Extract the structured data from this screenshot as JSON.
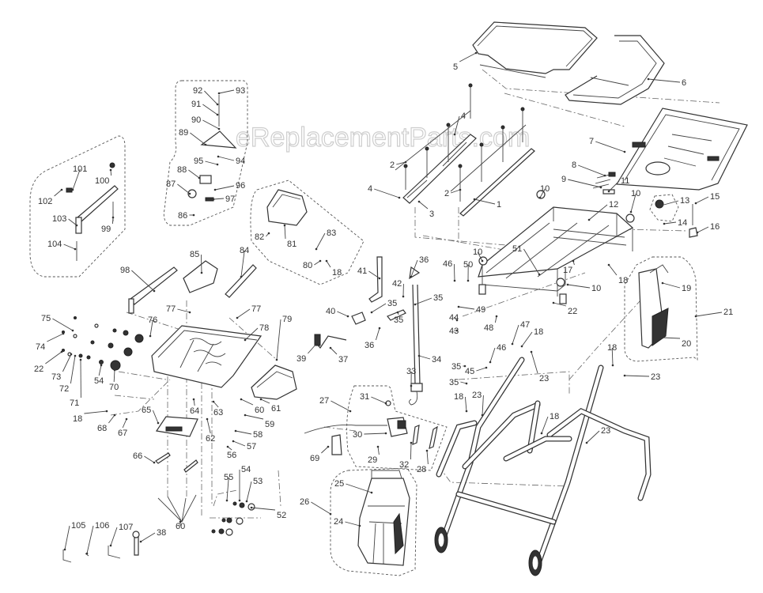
{
  "watermark": "eReplacementParts.com",
  "diagram": {
    "type": "exploded parts diagram",
    "callouts": [
      {
        "id": "c1",
        "label": "1"
      },
      {
        "id": "c2a",
        "label": "2"
      },
      {
        "id": "c2b",
        "label": "2"
      },
      {
        "id": "c3",
        "label": "3"
      },
      {
        "id": "c4a",
        "label": "4"
      },
      {
        "id": "c4b",
        "label": "4"
      },
      {
        "id": "c5",
        "label": "5"
      },
      {
        "id": "c6",
        "label": "6"
      },
      {
        "id": "c7",
        "label": "7"
      },
      {
        "id": "c8",
        "label": "8"
      },
      {
        "id": "c9",
        "label": "9"
      },
      {
        "id": "c10a",
        "label": "10"
      },
      {
        "id": "c10b",
        "label": "10"
      },
      {
        "id": "c10c",
        "label": "10"
      },
      {
        "id": "c10d",
        "label": "10"
      },
      {
        "id": "c11",
        "label": "11"
      },
      {
        "id": "c12",
        "label": "12"
      },
      {
        "id": "c13",
        "label": "13"
      },
      {
        "id": "c14",
        "label": "14"
      },
      {
        "id": "c15",
        "label": "15"
      },
      {
        "id": "c16",
        "label": "16"
      },
      {
        "id": "c17",
        "label": "17"
      },
      {
        "id": "c18a",
        "label": "18"
      },
      {
        "id": "c18b",
        "label": "18"
      },
      {
        "id": "c18c",
        "label": "18"
      },
      {
        "id": "c18d",
        "label": "18"
      },
      {
        "id": "c18e",
        "label": "18"
      },
      {
        "id": "c18f",
        "label": "18"
      },
      {
        "id": "c18g",
        "label": "18"
      },
      {
        "id": "c19",
        "label": "19"
      },
      {
        "id": "c20",
        "label": "20"
      },
      {
        "id": "c21",
        "label": "21"
      },
      {
        "id": "c22a",
        "label": "22"
      },
      {
        "id": "c22b",
        "label": "22"
      },
      {
        "id": "c23a",
        "label": "23"
      },
      {
        "id": "c23b",
        "label": "23"
      },
      {
        "id": "c23c",
        "label": "23"
      },
      {
        "id": "c23d",
        "label": "23"
      },
      {
        "id": "c24",
        "label": "24"
      },
      {
        "id": "c25",
        "label": "25"
      },
      {
        "id": "c26",
        "label": "26"
      },
      {
        "id": "c27",
        "label": "27"
      },
      {
        "id": "c28",
        "label": "28"
      },
      {
        "id": "c29",
        "label": "29"
      },
      {
        "id": "c30",
        "label": "30"
      },
      {
        "id": "c31",
        "label": "31"
      },
      {
        "id": "c32",
        "label": "32"
      },
      {
        "id": "c33",
        "label": "33"
      },
      {
        "id": "c34",
        "label": "34"
      },
      {
        "id": "c35a",
        "label": "35"
      },
      {
        "id": "c35b",
        "label": "35"
      },
      {
        "id": "c35c",
        "label": "35"
      },
      {
        "id": "c35d",
        "label": "35"
      },
      {
        "id": "c35e",
        "label": "35"
      },
      {
        "id": "c36a",
        "label": "36"
      },
      {
        "id": "c36b",
        "label": "36"
      },
      {
        "id": "c37",
        "label": "37"
      },
      {
        "id": "c38",
        "label": "38"
      },
      {
        "id": "c39",
        "label": "39"
      },
      {
        "id": "c40",
        "label": "40"
      },
      {
        "id": "c41",
        "label": "41"
      },
      {
        "id": "c42",
        "label": "42"
      },
      {
        "id": "c43",
        "label": "43"
      },
      {
        "id": "c44",
        "label": "44"
      },
      {
        "id": "c45",
        "label": "45"
      },
      {
        "id": "c46a",
        "label": "46"
      },
      {
        "id": "c46b",
        "label": "46"
      },
      {
        "id": "c47",
        "label": "47"
      },
      {
        "id": "c48",
        "label": "48"
      },
      {
        "id": "c49",
        "label": "49"
      },
      {
        "id": "c50",
        "label": "50"
      },
      {
        "id": "c51",
        "label": "51"
      },
      {
        "id": "c52",
        "label": "52"
      },
      {
        "id": "c53",
        "label": "53"
      },
      {
        "id": "c54a",
        "label": "54"
      },
      {
        "id": "c54b",
        "label": "54"
      },
      {
        "id": "c55",
        "label": "55"
      },
      {
        "id": "c56",
        "label": "56"
      },
      {
        "id": "c57",
        "label": "57"
      },
      {
        "id": "c58",
        "label": "58"
      },
      {
        "id": "c59",
        "label": "59"
      },
      {
        "id": "c60a",
        "label": "60"
      },
      {
        "id": "c60b",
        "label": "60"
      },
      {
        "id": "c61",
        "label": "61"
      },
      {
        "id": "c62",
        "label": "62"
      },
      {
        "id": "c63",
        "label": "63"
      },
      {
        "id": "c64",
        "label": "64"
      },
      {
        "id": "c65",
        "label": "65"
      },
      {
        "id": "c66",
        "label": "66"
      },
      {
        "id": "c67",
        "label": "67"
      },
      {
        "id": "c68",
        "label": "68"
      },
      {
        "id": "c69",
        "label": "69"
      },
      {
        "id": "c70",
        "label": "70"
      },
      {
        "id": "c71",
        "label": "71"
      },
      {
        "id": "c72",
        "label": "72"
      },
      {
        "id": "c73",
        "label": "73"
      },
      {
        "id": "c74",
        "label": "74"
      },
      {
        "id": "c75",
        "label": "75"
      },
      {
        "id": "c76",
        "label": "76"
      },
      {
        "id": "c77a",
        "label": "77"
      },
      {
        "id": "c77b",
        "label": "77"
      },
      {
        "id": "c78",
        "label": "78"
      },
      {
        "id": "c79",
        "label": "79"
      },
      {
        "id": "c80",
        "label": "80"
      },
      {
        "id": "c81",
        "label": "81"
      },
      {
        "id": "c82",
        "label": "82"
      },
      {
        "id": "c83",
        "label": "83"
      },
      {
        "id": "c84",
        "label": "84"
      },
      {
        "id": "c85",
        "label": "85"
      },
      {
        "id": "c86",
        "label": "86"
      },
      {
        "id": "c87",
        "label": "87"
      },
      {
        "id": "c88",
        "label": "88"
      },
      {
        "id": "c89",
        "label": "89"
      },
      {
        "id": "c90",
        "label": "90"
      },
      {
        "id": "c91",
        "label": "91"
      },
      {
        "id": "c92",
        "label": "92"
      },
      {
        "id": "c93",
        "label": "93"
      },
      {
        "id": "c94",
        "label": "94"
      },
      {
        "id": "c95",
        "label": "95"
      },
      {
        "id": "c96",
        "label": "96"
      },
      {
        "id": "c97",
        "label": "97"
      },
      {
        "id": "c98",
        "label": "98"
      },
      {
        "id": "c99",
        "label": "99"
      },
      {
        "id": "c100",
        "label": "100"
      },
      {
        "id": "c101",
        "label": "101"
      },
      {
        "id": "c102",
        "label": "102"
      },
      {
        "id": "c103",
        "label": "103"
      },
      {
        "id": "c104",
        "label": "104"
      },
      {
        "id": "c105",
        "label": "105"
      },
      {
        "id": "c106",
        "label": "106"
      },
      {
        "id": "c107",
        "label": "107"
      }
    ]
  }
}
